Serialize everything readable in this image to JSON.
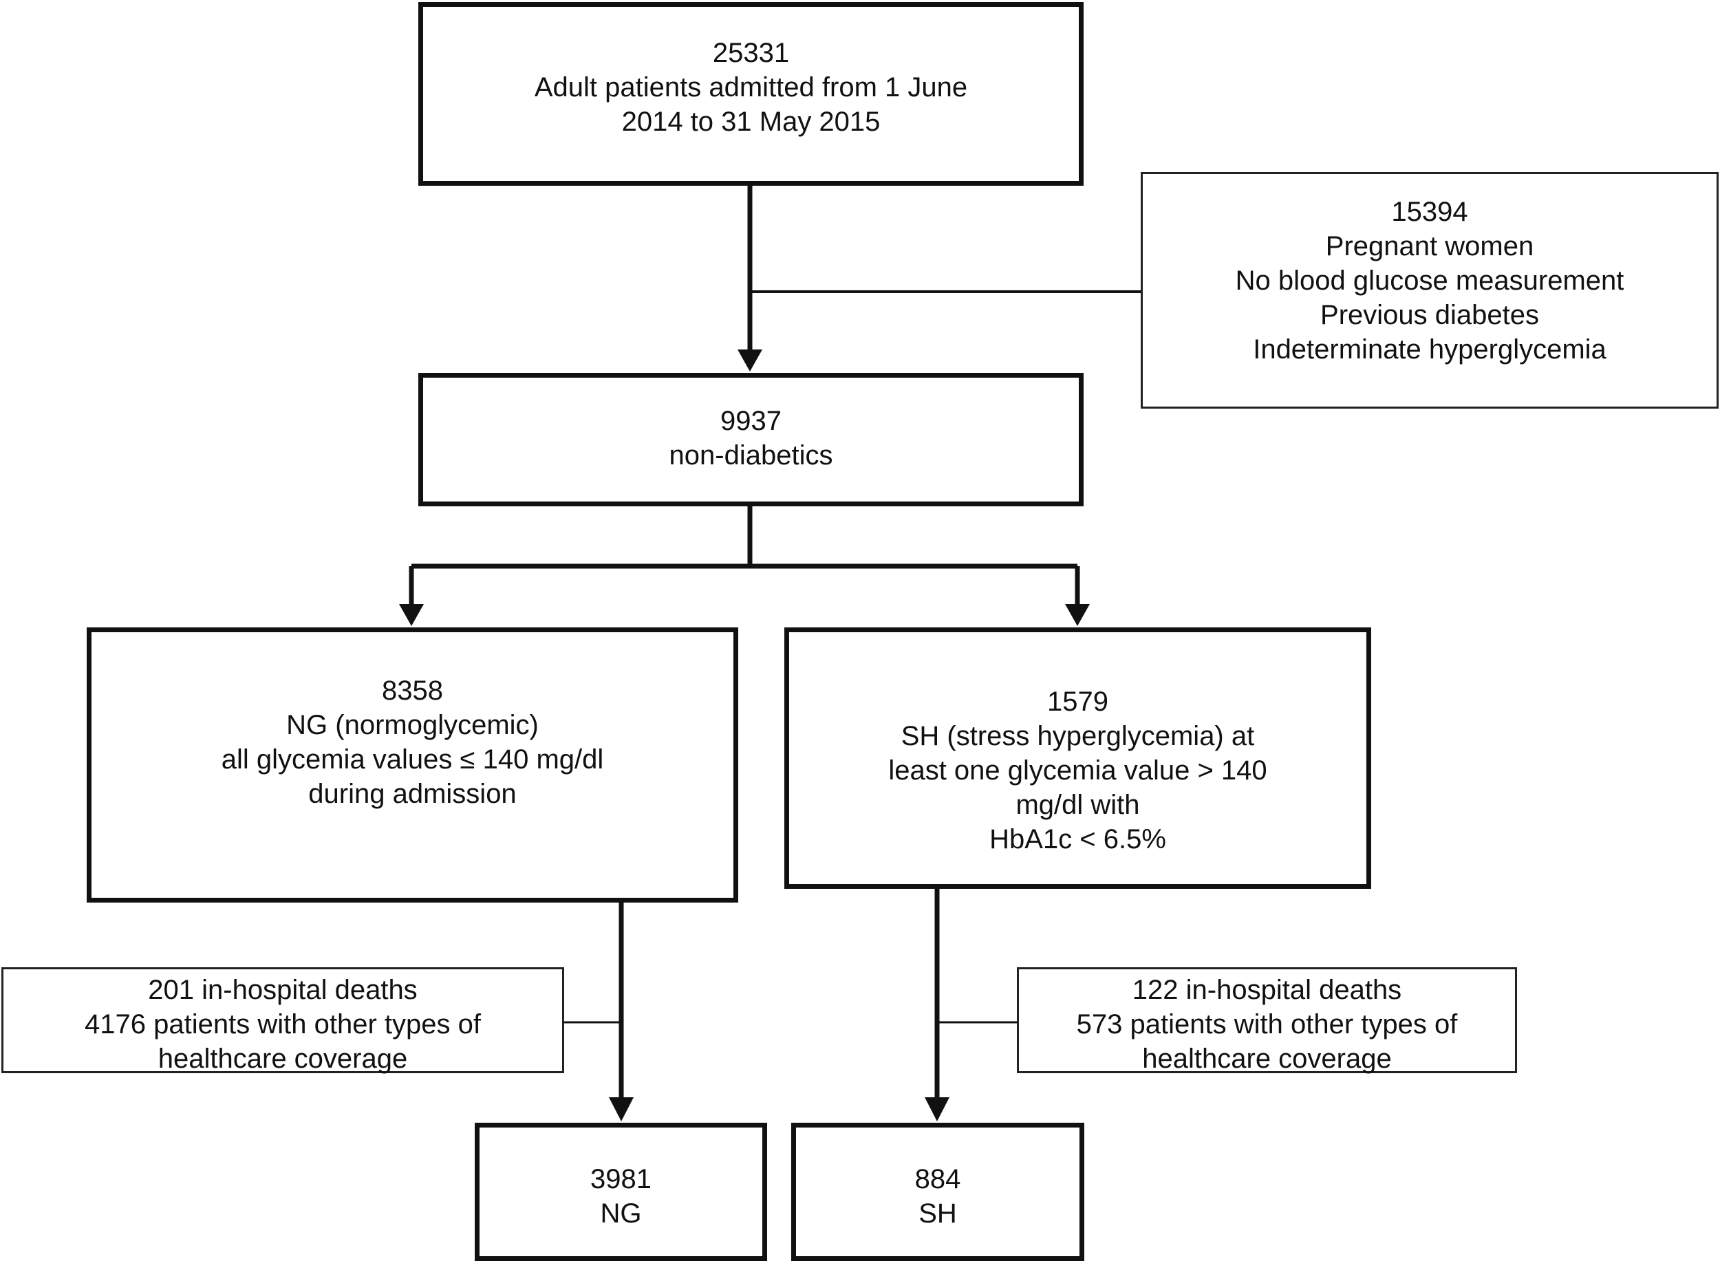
{
  "boxes": {
    "total": {
      "lines": [
        "25331",
        "Adult patients admitted from 1 June",
        "2014 to 31 May 2015"
      ]
    },
    "excluded": {
      "lines": [
        "15394",
        "Pregnant women",
        "No blood glucose measurement",
        "Previous diabetes",
        "Indeterminate hyperglycemia"
      ]
    },
    "non_diabetics": {
      "lines": [
        "9937",
        "non-diabetics"
      ]
    },
    "ng": {
      "lines": [
        "8358",
        "NG (normoglycemic)",
        "all glycemia values ≤ 140 mg/dl",
        "during admission"
      ]
    },
    "sh": {
      "lines": [
        "1579",
        "SH (stress hyperglycemia) at",
        "least one glycemia value > 140",
        "mg/dl with",
        "HbA1c < 6.5%"
      ]
    },
    "ng_excluded": {
      "lines": [
        "201 in-hospital deaths",
        "4176 patients with other types of",
        "healthcare coverage"
      ]
    },
    "sh_excluded": {
      "lines": [
        "122 in-hospital deaths",
        "573 patients with other types of",
        "healthcare coverage"
      ]
    },
    "ng_final": {
      "lines": [
        "3981",
        "NG"
      ]
    },
    "sh_final": {
      "lines": [
        "884",
        "SH"
      ]
    }
  }
}
